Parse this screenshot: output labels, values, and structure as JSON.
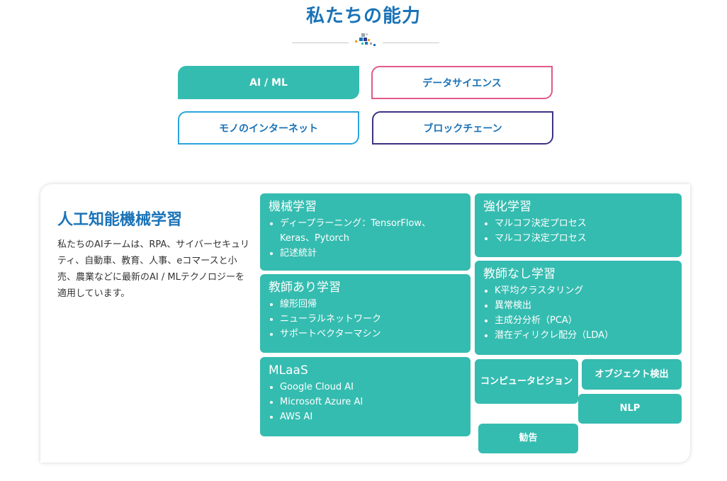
{
  "header": {
    "title": "私たちの能力"
  },
  "tabs": [
    {
      "label": "AI / ML"
    },
    {
      "label": "データサイエンス"
    },
    {
      "label": "モノのインターネット"
    },
    {
      "label": "ブロックチェーン"
    }
  ],
  "colors": {
    "accent": "#35bcb0",
    "title_blue": "#1a73b8",
    "tab_pink": "#e0598b",
    "tab_blue": "#2aa5dd",
    "tab_purple": "#3b3383"
  },
  "panel": {
    "title": "人工知能機械学習",
    "description": "私たちのAIチームは、RPA、サイバーセキュリティ、自動車、教育、人事、eコマースと小売、農業などに最新のAI / MLテクノロジーを適用しています。",
    "boxes": [
      {
        "title": "機械学習",
        "items": [
          "ディープラーニング：TensorFlow、Keras、Pytorch",
          "記述統計"
        ]
      },
      {
        "title": "強化学習",
        "items": [
          "マルコフ決定プロセス",
          "マルコフ決定プロセス"
        ]
      },
      {
        "title": "教師あり学習",
        "items": [
          "線形回帰",
          "ニューラルネットワーク",
          "サポートベクターマシン"
        ]
      },
      {
        "title": "教師なし学習",
        "items": [
          "K平均クラスタリング",
          "異常検出",
          "主成分分析（PCA）",
          "潜在ディリクレ配分（LDA）"
        ]
      },
      {
        "title": "MLaaS",
        "items": [
          "Google Cloud AI",
          "Microsoft Azure AI",
          "AWS AI"
        ]
      }
    ],
    "pills": [
      "コンピュータビジョン",
      "オブジェクト検出",
      "NLP",
      "勧告"
    ]
  }
}
